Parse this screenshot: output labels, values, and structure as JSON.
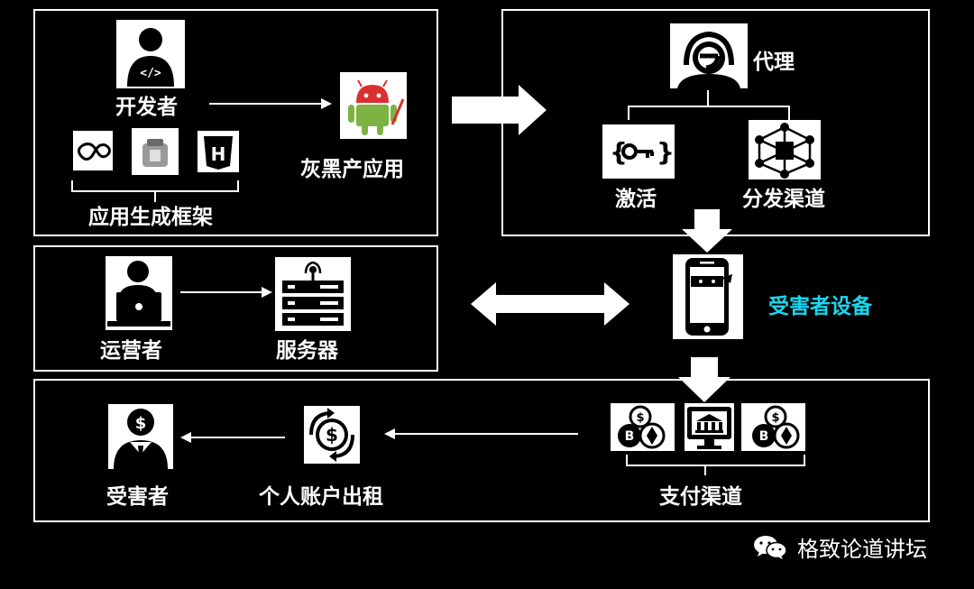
{
  "panels": {
    "developer": {
      "developer_label": "开发者",
      "frameworks_label": "应用生成框架",
      "app_label": "灰黑产应用"
    },
    "distribution": {
      "proxy_label": "代理",
      "activation_label": "激活",
      "channel_label": "分发渠道"
    },
    "operator": {
      "operator_label": "运营者",
      "server_label": "服务器"
    },
    "victim_device": {
      "label": "受害者设备",
      "color": "#18D8F0"
    },
    "payment": {
      "victim_label": "受害者",
      "rental_label": "个人账户出租",
      "payment_label": "支付渠道"
    }
  },
  "watermark": {
    "text": "格致论道讲坛"
  }
}
